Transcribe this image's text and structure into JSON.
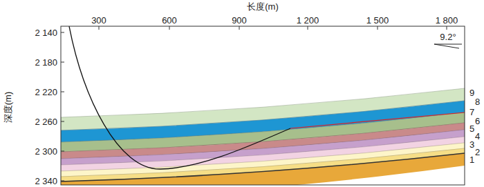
{
  "diagram": {
    "labels": [
      "长度(m)",
      "300",
      "600",
      "900",
      "1 200",
      "1 500",
      "1 800",
      "2 140",
      "2 180",
      "2 220",
      "2 260",
      "2 300",
      "2 340",
      "深度(m)",
      "9.2°",
      "9",
      "8",
      "7",
      "6",
      "5",
      "4",
      "3",
      "2",
      "1"
    ]
  }
}
